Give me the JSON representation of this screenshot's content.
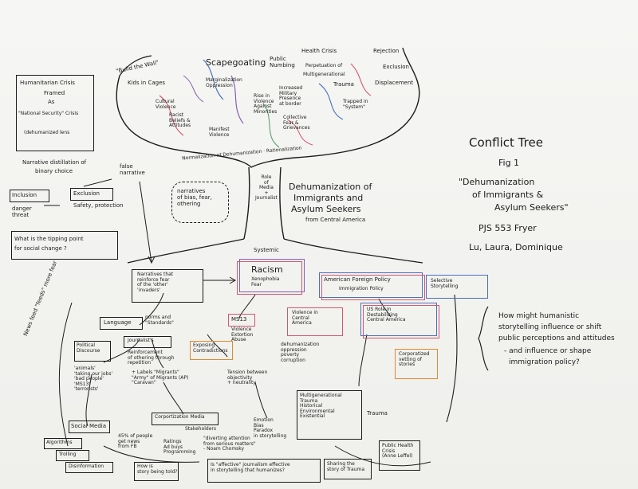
{
  "colors": {
    "ink": "#1b1b1b",
    "orange": "#e08a2c",
    "pink": "#d4566e",
    "blue": "#4a6fbf",
    "purple": "#8560b0",
    "green": "#5aa26d"
  },
  "header": {
    "title": "Conflict Tree",
    "fig": "Fig 1",
    "subtitle1": "\"Dehumanization",
    "subtitle2": "of Immigrants &",
    "subtitle3": "Asylum Seekers\"",
    "course": "PJS 553 Fryer",
    "authors": "Lu, Laura, Dominique"
  },
  "question": {
    "line1": "How might humanistic",
    "line2": "storytelling influence or shift",
    "line3": "public perceptions and attitudes",
    "line4": "- and influence or shape",
    "line5": "immigration policy?"
  },
  "left": {
    "humanitarian": "Humanitarian Crisis",
    "framed": "Framed",
    "as": "As",
    "national": "\"National Security\" Crisis",
    "lens": "(dehumanized lens",
    "narrative1": "Narrative distillation of",
    "narrative2": "binary choice",
    "false_narrative": "false\nnarrative",
    "inclusion": "Inclusion",
    "exclusion": "Exclusion",
    "danger": "danger\nthreat",
    "safety": "Safety, protection",
    "tipping1": "What is the tipping point",
    "tipping2": "for social change ?",
    "news_feed": "News feed \"feeds\" more fear"
  },
  "crown": {
    "build_wall": "\"Build the Wall\"",
    "kids": "Kids in Cages",
    "scapegoating": "Scapegoating",
    "public_numbing": "Public\nNumbing",
    "health_crisis": "Health Crisis",
    "rejection": "Rejection",
    "perpetuation": "Perpetuation of",
    "multigen": "Multigenerational",
    "trauma": "Trauma",
    "exclusion": "Exclusion",
    "displacement": "Displacement",
    "marginalization": "Marginalization\nOppression",
    "increased": "Increased\nMilitary\nPresence\nat border",
    "cultural": "Cultural\nViolence",
    "racist": "Racist\nBeliefs &\nAttitudes",
    "rise": "Rise in\nViolence\nAgainst\nMinorities",
    "trapped": "Trapped in\n\"System\"",
    "manifest": "Manifest\nViolence",
    "collective": "Collective\nFear &\nGrievances",
    "normalization": "Normalization of Dehumanization · Rationalization"
  },
  "trunk": {
    "narratives_cloud": "narratives\nof bias, fear,\nothering",
    "role": "Role\nof\nMedia\n+\nJournalist",
    "main1": "Dehumanization of",
    "main2": "Immigrants and",
    "main3": "Asylum Seekers",
    "main4": "from Central America",
    "systemic": "Systemic"
  },
  "roots": {
    "narratives": "Narratives that\nreinforce fear\nof the 'other'\n'invaders'",
    "racism": "Racism",
    "xeno": "Xenophobia\nFear",
    "afp": "American Foreign Policy",
    "immigration_policy": "Immigration Policy",
    "selective": "Selective\nStorytelling",
    "ms13": "MS13",
    "ms13_sub": "Violence\nExtortion\nAbuse",
    "violence_ca": "Violence in\nCentral\nAmerica",
    "us_role": "US Role in\nDestabilizing\nCentral America",
    "dehum_list": "dehumanization\noppression\npoverty\ncorruption",
    "corporatized": "Corporatized\nvetting of\nstories",
    "language": "Language",
    "norms": "norms and\n\"Standards\"",
    "political": "Political\nDiscourse",
    "journalists": "Journalist's",
    "reinforcement": "Reinforcement\nof othering through\nrepetition",
    "exposing": "Exposing\nContradictions",
    "animals": "'animals'\n'taking our jobs'\n'bad people'\n'MS13'\n'terrorists'",
    "labels": "+ Labels \"Migrants\"\n\"Army\" of Migrants (AP)\n\"Caravan\"",
    "tension": "Tension between\nobjectivity\n+ neutrality",
    "social": "Social Media",
    "algorithms": "Algorithms",
    "trolling": "Trolling",
    "disinfo": "Disinformation",
    "percent": "45% of people\nget news\nfrom FB",
    "corporatization": "Corportization Media",
    "stakeholders": "Stakeholders",
    "ratings": "Ratings\nAd buys\nProgramming",
    "chomsky": "\"diverting attention\nfrom serious matters\"\n- Noam Chomsky",
    "emotion": "Emotion\nBias\nParadox\nin storytelling",
    "multi_trauma": "Multigenerational\nTrauma\nHistorical\nEnvironmental\nExistential",
    "trauma_box": "Trauma",
    "phc": "Public Health\nCrisis\n(Anne Leffel)",
    "how": "How is\nstory being told?",
    "affective": "Is \"affective\" journalism effective\nin storytelling that humanizes?",
    "sharing": "Sharing the\nstory of Trauma"
  }
}
